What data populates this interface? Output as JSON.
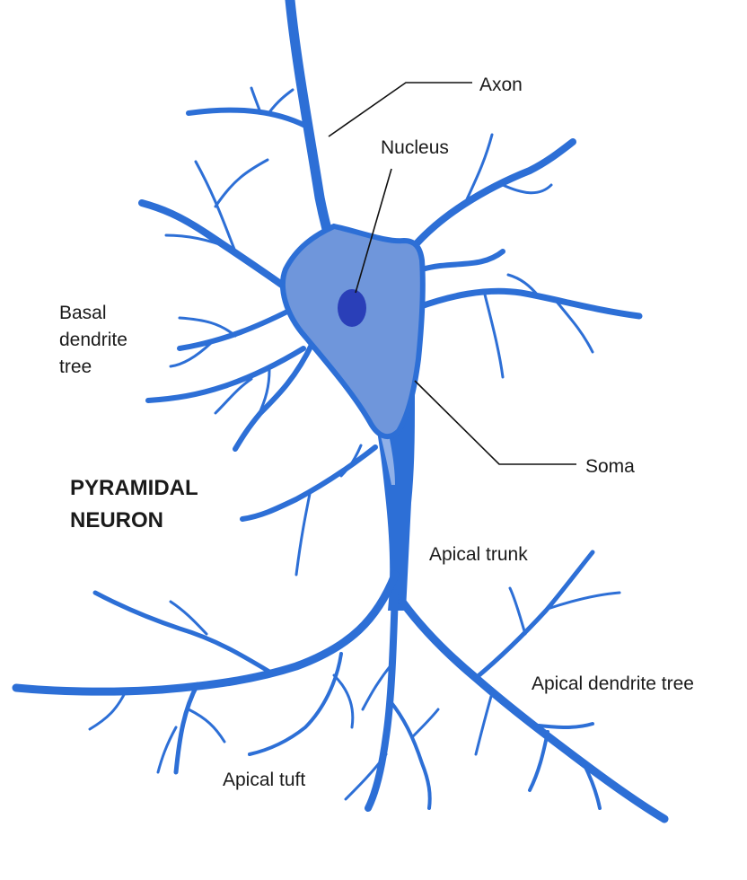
{
  "colors": {
    "dendrite": "#2d6fd6",
    "soma_fill": "#6f96db",
    "soma_edge": "#2d6fd6",
    "nucleus": "#2a3fb8",
    "leader_line": "#111111"
  },
  "title": {
    "line1": "PYRAMIDAL",
    "line2": "NEURON"
  },
  "labels": {
    "axon": "Axon",
    "nucleus": "Nucleus",
    "basal_line1": "Basal",
    "basal_line2": "dendrite",
    "basal_line3": "tree",
    "soma": "Soma",
    "apical_trunk": "Apical trunk",
    "apical_dendrite_tree": "Apical dendrite tree",
    "apical_tuft": "Apical tuft"
  }
}
